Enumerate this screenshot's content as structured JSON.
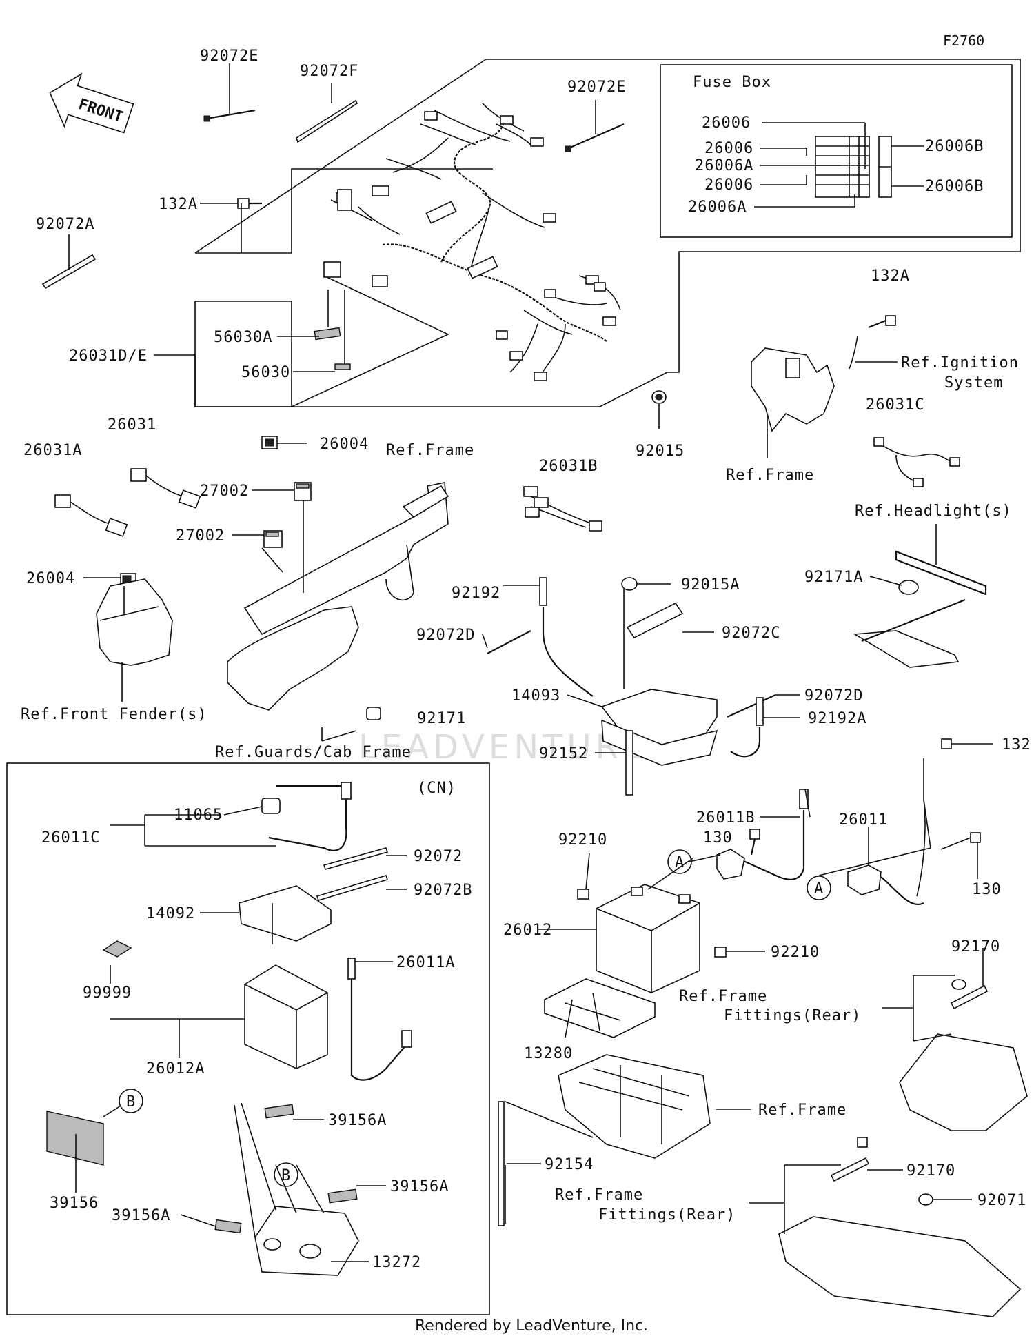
{
  "figure_id": "F2760",
  "footer": "Rendered by LeadVenture, Inc.",
  "watermark": "LEADVENTURE",
  "front_arrow": "FRONT",
  "fuse_box": {
    "title": "Fuse Box",
    "labels": [
      "26006",
      "26006",
      "26006A",
      "26006",
      "26006A",
      "26006B",
      "26006B"
    ]
  },
  "cn_box_label": "(CN)",
  "circle_markers": [
    "A",
    "A",
    "B",
    "B"
  ],
  "labels": {
    "l_92072E_a": "92072E",
    "l_92072F": "92072F",
    "l_92072E_b": "92072E",
    "l_92072A": "92072A",
    "l_132A_a": "132A",
    "l_56030A": "56030A",
    "l_26031DE": "26031D/E",
    "l_56030": "56030",
    "l_26004_a": "26004",
    "l_92015": "92015",
    "l_132A_b": "132A",
    "l_ref_ign": "Ref.Ignition",
    "l_ref_ign2": "System",
    "l_26031C": "26031C",
    "l_ref_frame_a": "Ref.Frame",
    "l_26031A": "26031A",
    "l_26031": "26031",
    "l_ref_frame_b": "Ref.Frame",
    "l_26031B": "26031B",
    "l_27002_a": "27002",
    "l_27002_b": "27002",
    "l_26004_b": "26004",
    "l_ref_headlight": "Ref.Headlight(s)",
    "l_92192": "92192",
    "l_92015A": "92015A",
    "l_92171A": "92171A",
    "l_92072D_a": "92072D",
    "l_92072C": "92072C",
    "l_14093": "14093",
    "l_92072D_b": "92072D",
    "l_ref_front_fender": "Ref.Front Fender(s)",
    "l_92171": "92171",
    "l_92192A": "92192A",
    "l_ref_guards": "Ref.Guards/Cab Frame",
    "l_92152": "92152",
    "l_132": "132",
    "l_26011C": "26011C",
    "l_11065": "11065",
    "l_92072": "92072",
    "l_92072B": "92072B",
    "l_14092": "14092",
    "l_26011A": "26011A",
    "l_99999": "99999",
    "l_26012A": "26012A",
    "l_39156": "39156",
    "l_39156A_a": "39156A",
    "l_39156A_b": "39156A",
    "l_39156A_c": "39156A",
    "l_13272": "13272",
    "l_92210_a": "92210",
    "l_26011B": "26011B",
    "l_130_a": "130",
    "l_26011": "26011",
    "l_130_b": "130",
    "l_26012": "26012",
    "l_92210_b": "92210",
    "l_ref_frame_fit_a": "Ref.Frame",
    "l_ref_frame_fit_a2": "Fittings(Rear)",
    "l_92170_a": "92170",
    "l_13280": "13280",
    "l_ref_frame_c": "Ref.Frame",
    "l_92154": "92154",
    "l_ref_frame_fit_b": "Ref.Frame",
    "l_ref_frame_fit_b2": "Fittings(Rear)",
    "l_92170_b": "92170",
    "l_92071": "92071"
  }
}
